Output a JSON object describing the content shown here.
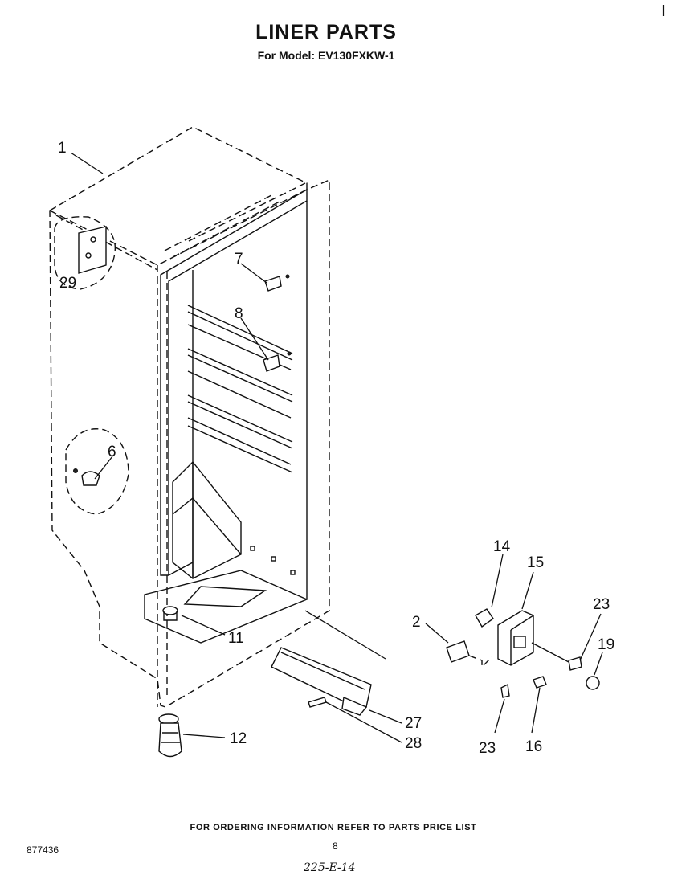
{
  "header": {
    "title": "LINER PARTS",
    "model_line": "For Model: EV130FXKW-1"
  },
  "callouts": [
    {
      "id": "1",
      "text": "1"
    },
    {
      "id": "29",
      "text": "29"
    },
    {
      "id": "7",
      "text": "7"
    },
    {
      "id": "8",
      "text": "8"
    },
    {
      "id": "6",
      "text": "6"
    },
    {
      "id": "11",
      "text": "11"
    },
    {
      "id": "12",
      "text": "12"
    },
    {
      "id": "14",
      "text": "14"
    },
    {
      "id": "15",
      "text": "15"
    },
    {
      "id": "2",
      "text": "2"
    },
    {
      "id": "23a",
      "text": "23"
    },
    {
      "id": "19",
      "text": "19"
    },
    {
      "id": "27",
      "text": "27"
    },
    {
      "id": "28",
      "text": "28"
    },
    {
      "id": "23b",
      "text": "23"
    },
    {
      "id": "16",
      "text": "16"
    }
  ],
  "footer": {
    "note": "FOR ORDERING INFORMATION REFER TO PARTS PRICE LIST",
    "page": "8",
    "doc_number": "877436",
    "handwritten": "225-E-14"
  }
}
